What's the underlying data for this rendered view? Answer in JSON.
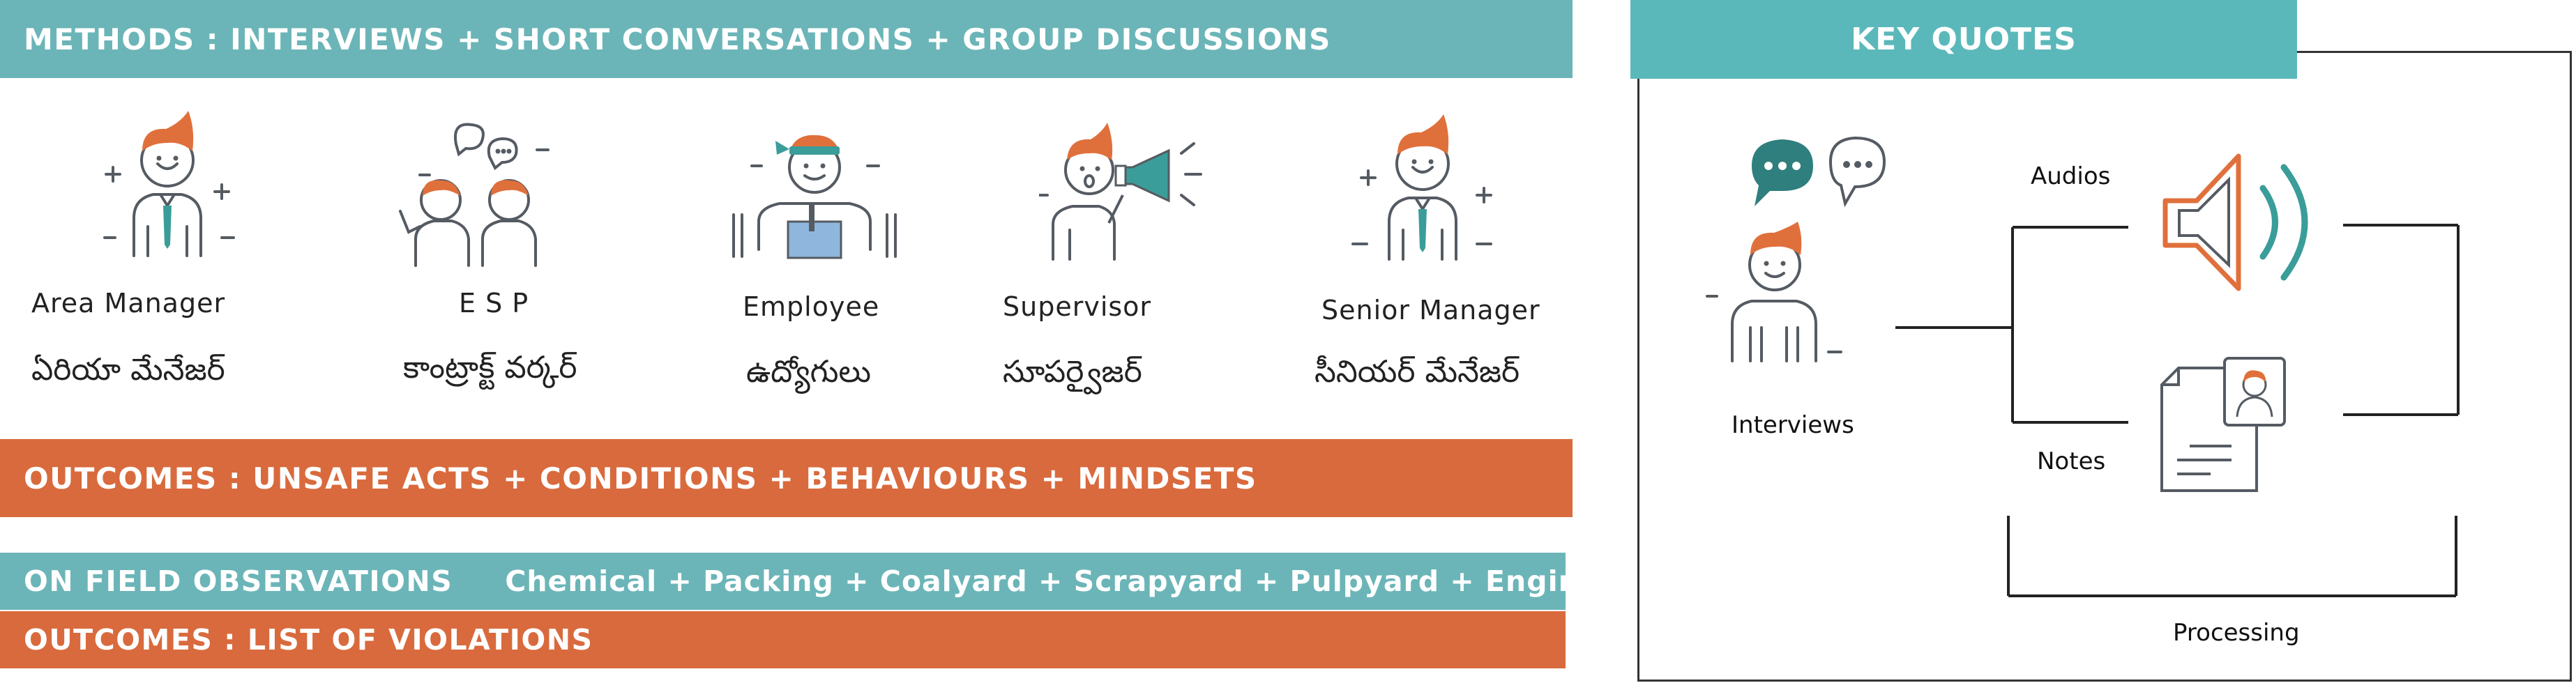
{
  "methods_band": {
    "text": "METHODS : INTERVIEWS + SHORT CONVERSATIONS + GROUP DISCUSSIONS"
  },
  "roles": [
    {
      "en": "Area Manager",
      "te": "ఏరియా మేనేజర్"
    },
    {
      "en": "E S P",
      "te": "కాంట్రాక్ట్ వర్కర్"
    },
    {
      "en": "Employee",
      "te": "ఉద్యోగులు"
    },
    {
      "en": "Supervisor",
      "te": "సూపర్వైజర్"
    },
    {
      "en": "Senior Manager",
      "te": "సీనియర్ మేనేజర్"
    }
  ],
  "outcomes_band_1": {
    "text": "OUTCOMES : UNSAFE ACTS + CONDITIONS + BEHAVIOURS + MINDSETS"
  },
  "field_band": {
    "label": "ON FIELD OBSERVATIONS",
    "areas": "Chemical + Packing + Coalyard + Scrapyard + Pulpyard + Engineering Store"
  },
  "outcomes_band_2": {
    "text": "OUTCOMES : LIST OF VIOLATIONS"
  },
  "key_quotes": {
    "title": "KEY QUOTES",
    "interviews": "Interviews",
    "audios": "Audios",
    "notes": "Notes",
    "processing": "Processing"
  },
  "colors": {
    "teal": "#6bb5b8",
    "orange": "#d96a3d",
    "hair": "#e0703b",
    "tie": "#3a9d99",
    "line": "#555b62"
  }
}
